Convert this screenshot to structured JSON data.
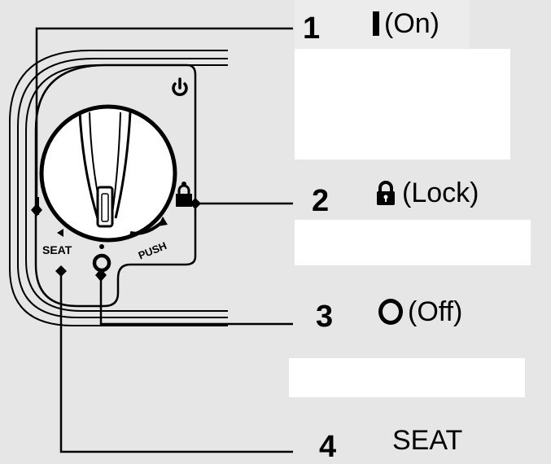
{
  "panel_labels": {
    "seat": "SEAT",
    "push": "PUSH"
  },
  "callouts": [
    {
      "number": "1",
      "label": "(On)",
      "icon": "on-bar-icon"
    },
    {
      "number": "2",
      "label": "(Lock)",
      "icon": "padlock-icon"
    },
    {
      "number": "3",
      "label": "(Off)",
      "icon": "off-ring-icon"
    },
    {
      "number": "4",
      "label": "SEAT",
      "icon": ""
    }
  ],
  "colors": {
    "background": "#e6e6e6",
    "line": "#000000",
    "highlight": "#ffffff"
  }
}
